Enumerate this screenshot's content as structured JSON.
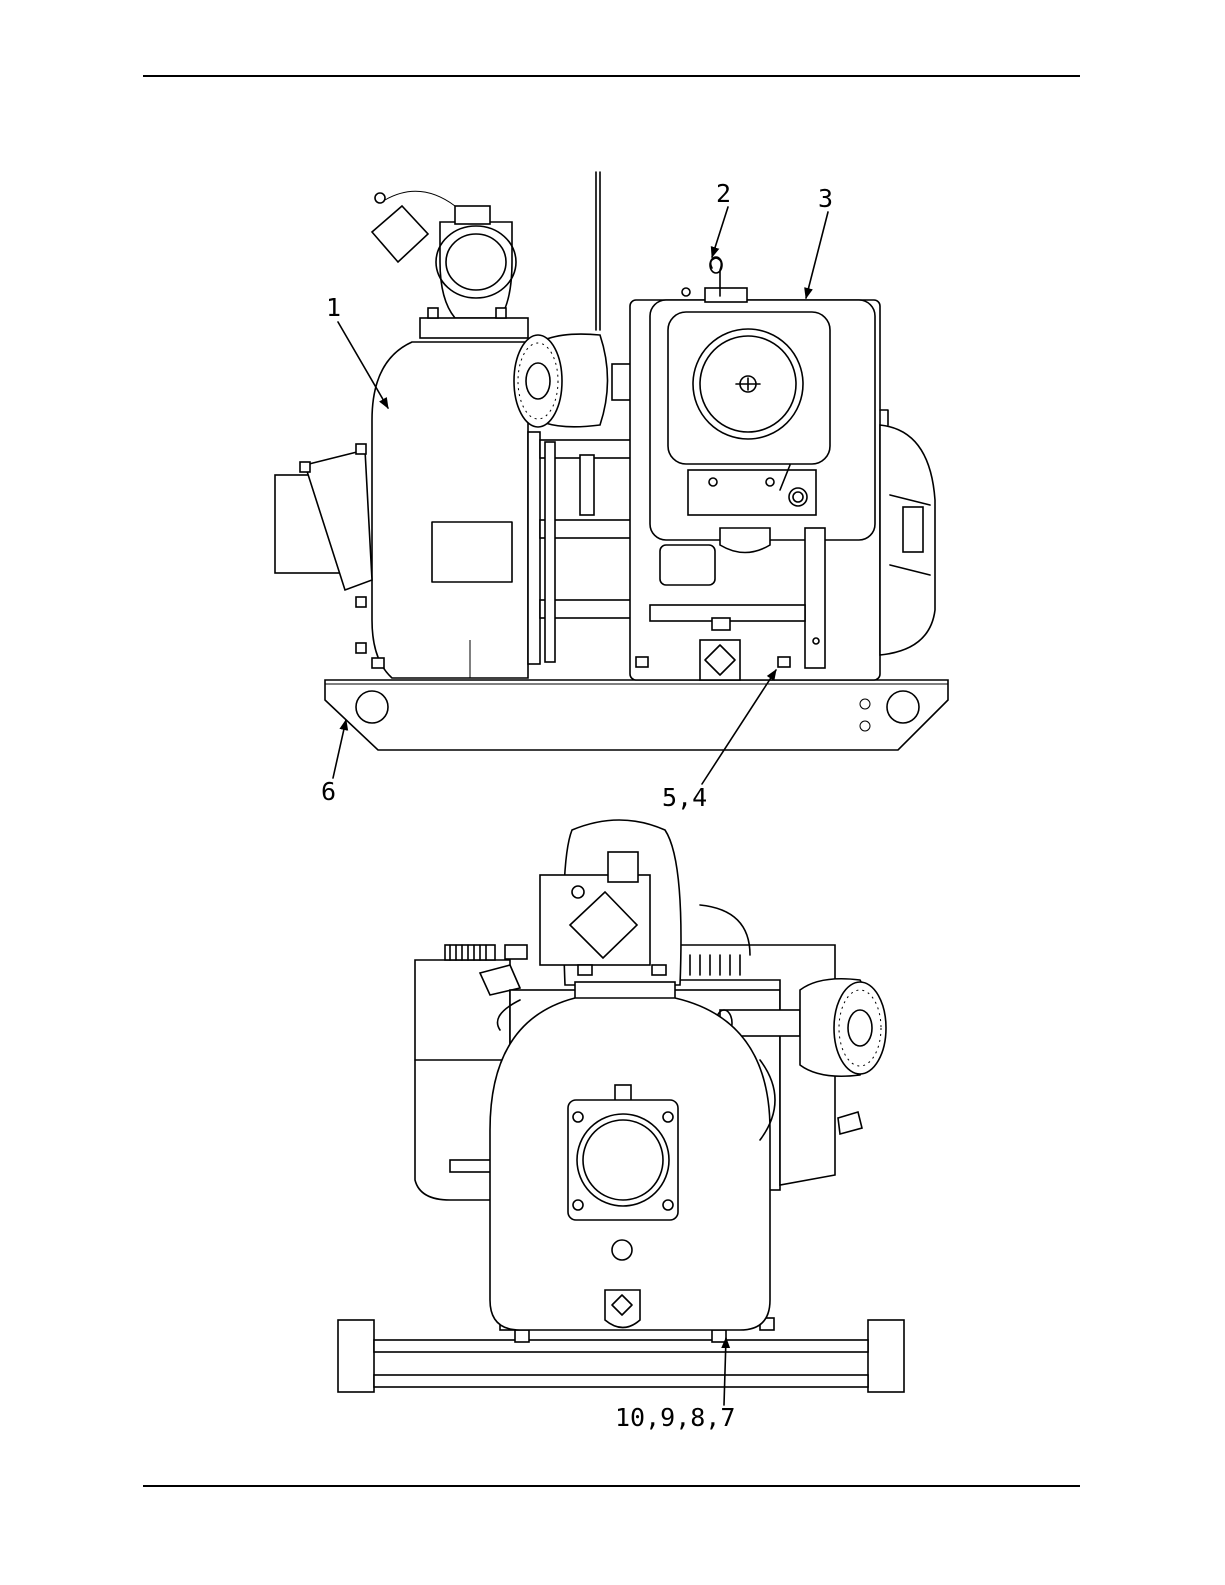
{
  "callouts": {
    "c1": "1",
    "c2": "2",
    "c3": "3",
    "c6": "6",
    "c54": "5,4",
    "c10987": "10,9,8,7"
  }
}
